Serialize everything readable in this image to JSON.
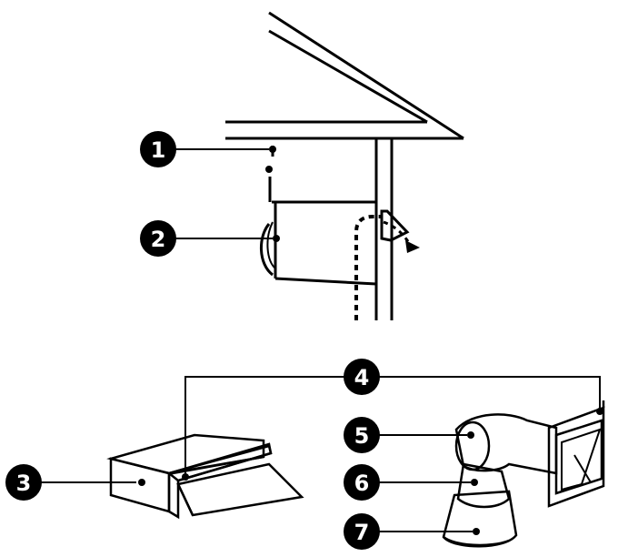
{
  "callouts": [
    {
      "id": "c1",
      "label": "1"
    },
    {
      "id": "c2",
      "label": "2"
    },
    {
      "id": "c3",
      "label": "3"
    },
    {
      "id": "c4",
      "label": "4"
    },
    {
      "id": "c5",
      "label": "5"
    },
    {
      "id": "c6",
      "label": "6"
    },
    {
      "id": "c7",
      "label": "7"
    }
  ],
  "colors": {
    "ink": "#000000",
    "paper": "#ffffff"
  }
}
